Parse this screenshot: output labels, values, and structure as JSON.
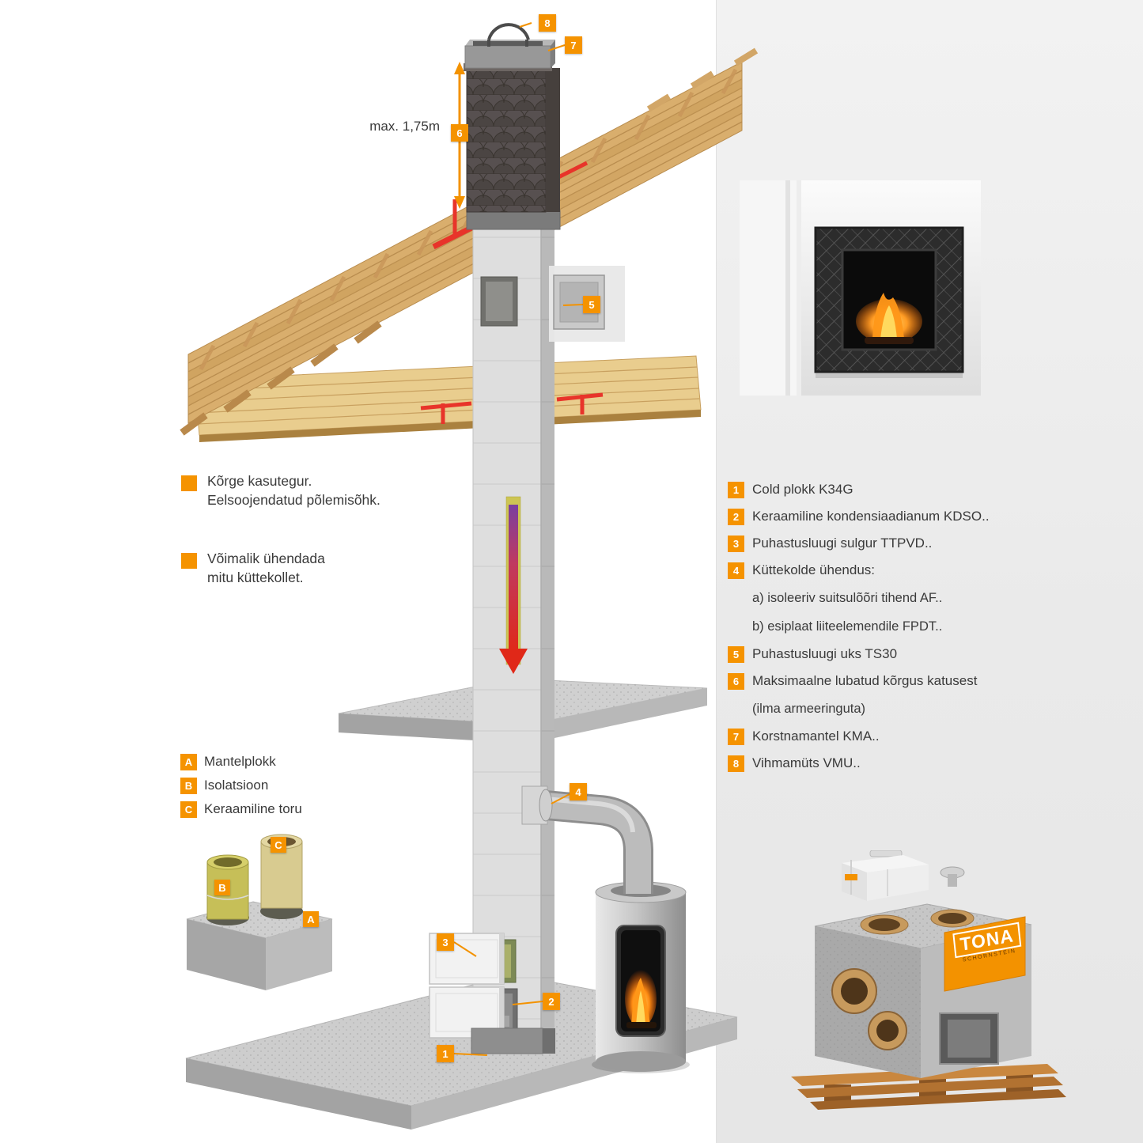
{
  "colors": {
    "accent": "#f39200",
    "panel_bg": "#ededed",
    "text": "#3a3a3a",
    "seal_red": "#e8342a",
    "arrow_red": "#e02818"
  },
  "diagram": {
    "max_height_label": "max. 1,75m",
    "features": [
      {
        "lines": [
          "Kõrge kasutegur.",
          "Eelsoojendatud põlemisõhk."
        ]
      },
      {
        "lines": [
          "Võimalik ühendada",
          "mitu küttekollet."
        ]
      }
    ],
    "legend": [
      {
        "key": "A",
        "label": "Mantelplokk"
      },
      {
        "key": "B",
        "label": "Isolatsioon"
      },
      {
        "key": "C",
        "label": "Keraamiline toru"
      }
    ],
    "callouts": [
      "1",
      "2",
      "3",
      "4",
      "5",
      "6",
      "7",
      "8"
    ]
  },
  "parts_list": {
    "items": [
      {
        "num": "1",
        "text": "Cold plokk K34G"
      },
      {
        "num": "2",
        "text": "Keraamiline kondensiaadianum KDSO.."
      },
      {
        "num": "3",
        "text": "Puhastusluugi sulgur TTPVD.."
      },
      {
        "num": "4",
        "text": "Küttekolde ühendus:"
      },
      {
        "num": "5",
        "text": "Puhastusluugi uks TS30"
      },
      {
        "num": "6",
        "text": "Maksimaalne lubatud kõrgus katusest"
      },
      {
        "num": "7",
        "text": "Korstnamantel KMA.."
      },
      {
        "num": "8",
        "text": "Vihmamüts VMU.."
      }
    ],
    "item4_sub": [
      "a) isoleeriv suitsulõõri tihend AF..",
      "b) esiplaat liiteelemendile FPDT.."
    ],
    "item6_note": "(ilma armeeringuta)"
  },
  "product": {
    "brand": "TONA",
    "brand_sub": "SCHORNSTEIN"
  }
}
